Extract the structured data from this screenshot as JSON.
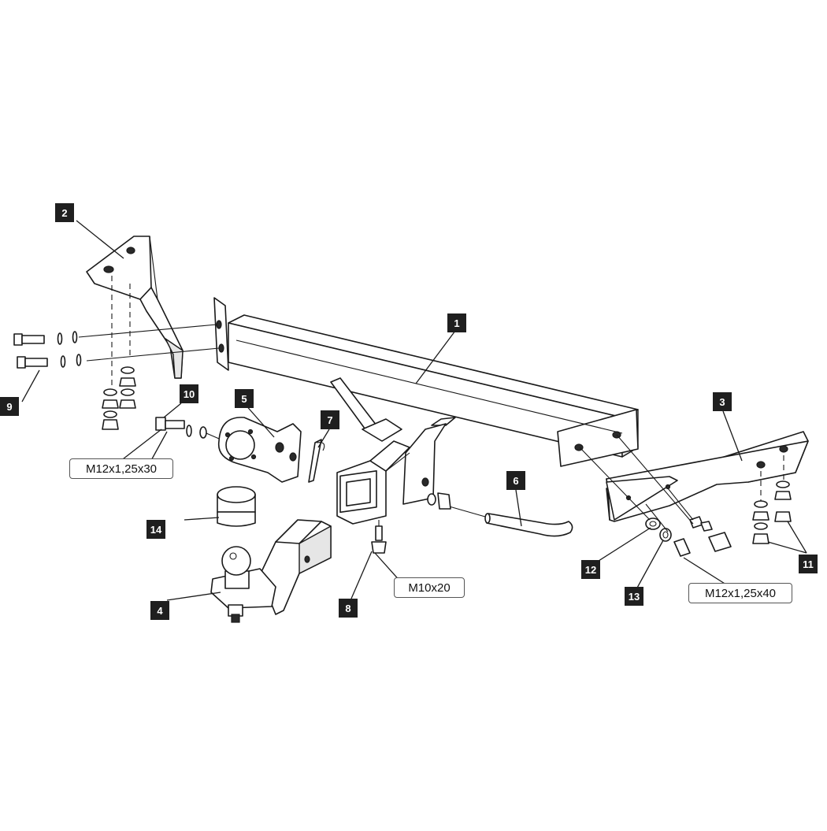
{
  "callouts": {
    "c1": "1",
    "c2": "2",
    "c3": "3",
    "c4": "4",
    "c5": "5",
    "c6": "6",
    "c7": "7",
    "c8": "8",
    "c9": "9",
    "c10": "10",
    "c11": "11",
    "c12": "12",
    "c13": "13",
    "c14": "14"
  },
  "specs": {
    "bolt_10": "M12x1,25x30",
    "bolt_8": "M10x20",
    "bolt_13": "M12x1,25x40"
  },
  "colors": {
    "callout_bg": "#1f1f1f",
    "callout_text": "#ffffff",
    "line": "#1a1a1a"
  }
}
